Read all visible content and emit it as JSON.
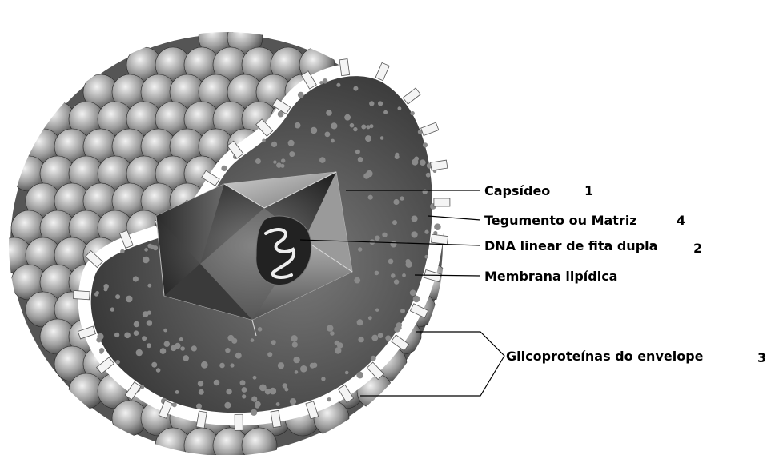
{
  "labels": [
    {
      "id": "capsid",
      "text": "Capsídeo",
      "number": "1"
    },
    {
      "id": "tegument",
      "text": "Tegumento ou Matriz",
      "number": "4"
    },
    {
      "id": "dna",
      "text": "DNA linear de fita dupla",
      "number": "2"
    },
    {
      "id": "membrane",
      "text": "Membrana lipídica",
      "number": ""
    },
    {
      "id": "glycoproteins",
      "text": "Glicoproteínas do envelope",
      "number": "3"
    }
  ]
}
